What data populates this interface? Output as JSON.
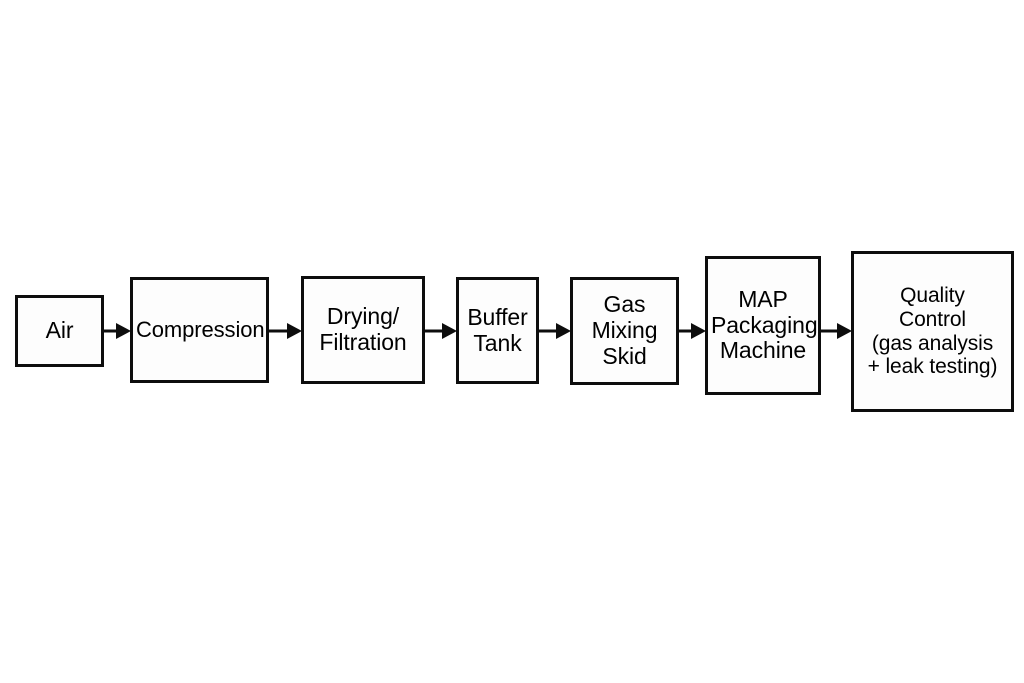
{
  "diagram": {
    "type": "process-flow",
    "orientation": "left-to-right",
    "background_color": "#ffffff",
    "stroke_color": "#0d0d0d",
    "text_color": "#000000",
    "box_fill": "#fdfdfd",
    "nodes": [
      {
        "id": "air",
        "label": "Air"
      },
      {
        "id": "compression",
        "label": "Compression"
      },
      {
        "id": "drying",
        "label": "Drying/\nFiltration"
      },
      {
        "id": "buffer",
        "label": "Buffer\nTank"
      },
      {
        "id": "gasmixing",
        "label": "Gas\nMixing\nSkid"
      },
      {
        "id": "map",
        "label": "MAP\nPackaging\nMachine"
      },
      {
        "id": "quality",
        "label": "Quality\nControl\n(gas analysis\n+ leak testing)"
      }
    ],
    "edges": [
      {
        "id": "air-compression",
        "from": "Air",
        "to": "Compression",
        "marker": "arrowhead"
      },
      {
        "id": "compression-drying",
        "from": "Compression",
        "to": "Drying/Filtration",
        "marker": "arrowhead"
      },
      {
        "id": "drying-buffer",
        "from": "Drying/Filtration",
        "to": "Buffer Tank",
        "marker": "arrowhead"
      },
      {
        "id": "buffer-gasmixing",
        "from": "Buffer Tank",
        "to": "Gas Mixing Skid",
        "marker": "arrowhead"
      },
      {
        "id": "gasmixing-map",
        "from": "Gas Mixing Skid",
        "to": "MAP Packaging Machine",
        "marker": "arrowhead"
      },
      {
        "id": "map-quality",
        "from": "MAP Packaging Machine",
        "to": "Quality Control",
        "marker": "arrowhead"
      }
    ]
  }
}
